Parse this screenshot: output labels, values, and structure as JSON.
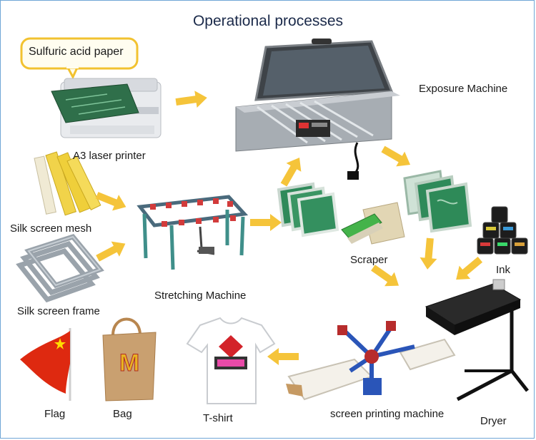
{
  "title": "Operational processes",
  "callout": "Sulfuric acid paper",
  "labels": {
    "printer": "A3 laser printer",
    "exposure": "Exposure Machine",
    "mesh": "Silk screen mesh",
    "frame": "Silk screen frame",
    "stretching": "Stretching Machine",
    "scraper": "Scraper",
    "ink": "Ink",
    "dryer": "Dryer",
    "screen_printing": "screen printing machine",
    "tshirt": "T-shirt",
    "bag": "Bag",
    "flag": "Flag"
  },
  "colors": {
    "arrow": "#f5c43a",
    "callout_border": "#f2c230",
    "screen_green": "#2f8a5a",
    "machine_grey": "#9ea3a8",
    "dryer_black": "#1c1c1c",
    "press_blue": "#2a55b8",
    "flag_red": "#de2910",
    "bag_tan": "#c9a070"
  }
}
